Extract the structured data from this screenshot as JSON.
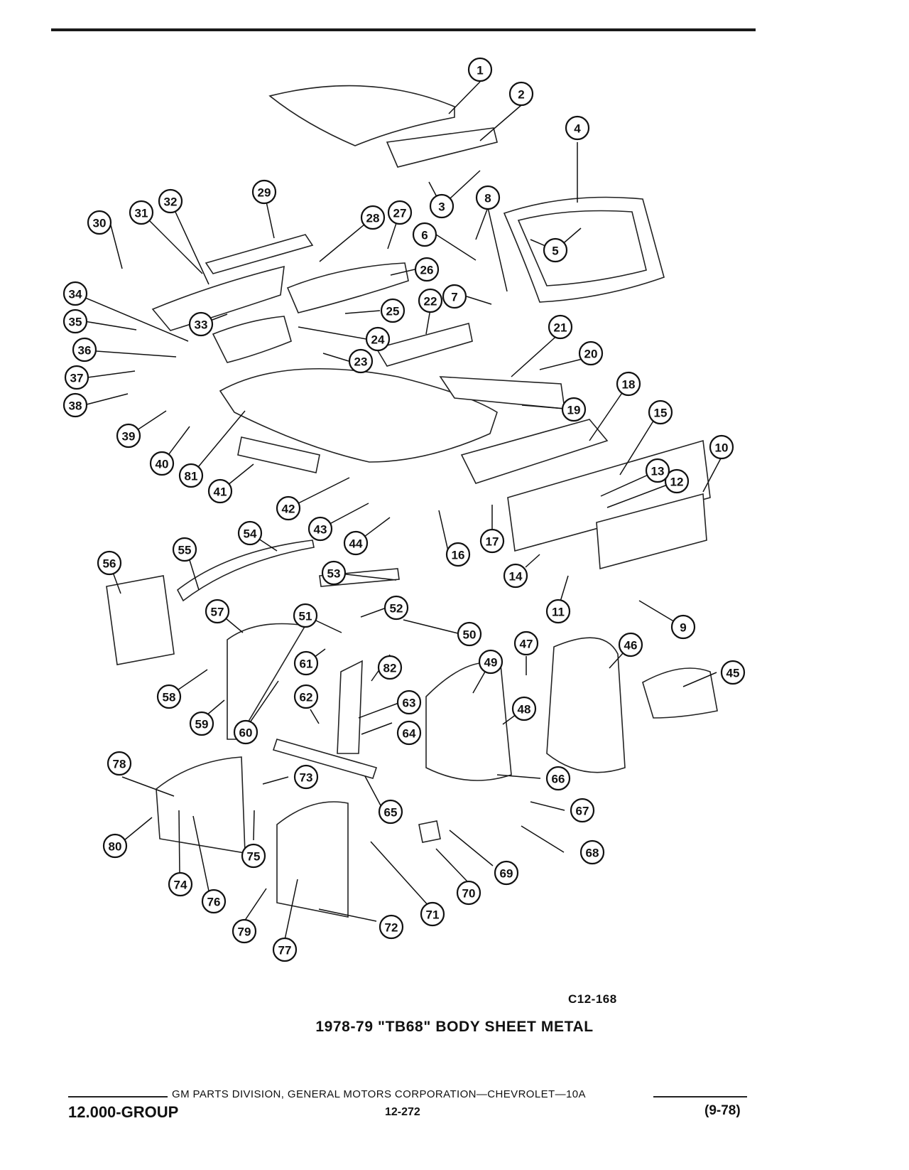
{
  "figure_id": "C12-168",
  "figure_title": "1978-79 \"TB68\" BODY SHEET METAL",
  "footer": {
    "credit": "GM PARTS DIVISION, GENERAL MOTORS CORPORATION—CHEVROLET—10A",
    "group": "12.000-GROUP",
    "page": "12-272",
    "date": "(9-78)"
  },
  "callouts": [
    "1",
    "2",
    "3",
    "4",
    "5",
    "6",
    "7",
    "8",
    "9",
    "10",
    "11",
    "12",
    "13",
    "14",
    "15",
    "16",
    "17",
    "18",
    "19",
    "20",
    "21",
    "22",
    "23",
    "24",
    "25",
    "26",
    "27",
    "28",
    "29",
    "30",
    "31",
    "32",
    "33",
    "34",
    "35",
    "36",
    "37",
    "38",
    "39",
    "40",
    "41",
    "42",
    "43",
    "44",
    "45",
    "46",
    "47",
    "48",
    "49",
    "50",
    "51",
    "52",
    "53",
    "54",
    "55",
    "56",
    "57",
    "58",
    "59",
    "60",
    "61",
    "62",
    "63",
    "64",
    "65",
    "66",
    "67",
    "68",
    "69",
    "70",
    "71",
    "72",
    "73",
    "74",
    "75",
    "76",
    "77",
    "78",
    "79",
    "80",
    "81",
    "82"
  ]
}
